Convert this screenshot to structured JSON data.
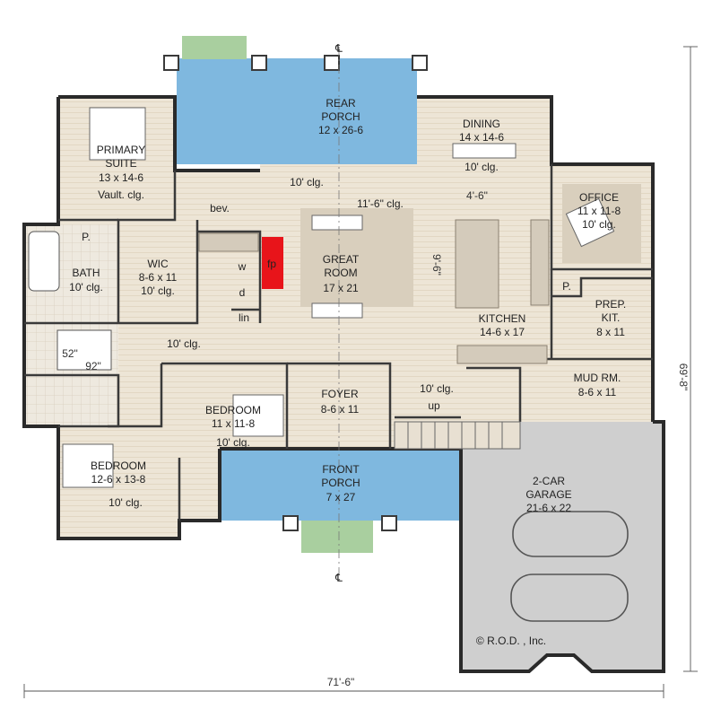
{
  "rooms": {
    "rear_porch": {
      "name": [
        "REAR",
        "PORCH"
      ],
      "size": "12 x 26-6"
    },
    "dining": {
      "name": "DINING",
      "size": "14 x 14-6"
    },
    "primary_suite": {
      "name": [
        "PRIMARY",
        "SUITE"
      ],
      "size": "13 x 14-6",
      "note": "Vault. clg."
    },
    "bev": {
      "name": "bev."
    },
    "p_bath": {
      "name": [
        "P.",
        "BATH"
      ],
      "note": "10' clg."
    },
    "wic": {
      "name": "WIC",
      "size": "8-6 x 11",
      "note": "10' clg."
    },
    "washer": {
      "name": "w"
    },
    "dryer": {
      "name": "d"
    },
    "linen": {
      "name": "lin"
    },
    "fireplace": {
      "name": "fp"
    },
    "great_room": {
      "name": [
        "GREAT",
        "ROOM"
      ],
      "size": "17 x 21"
    },
    "kitchen": {
      "name": "KITCHEN",
      "size": "14-6 x 17"
    },
    "office": {
      "name": "OFFICE",
      "size": "11 x 11-8",
      "note": "10' clg."
    },
    "pantry": {
      "name": "P."
    },
    "prep_kit": {
      "name": [
        "PREP.",
        "KIT."
      ],
      "size": "8 x 11"
    },
    "mud_room": {
      "name": "MUD RM.",
      "size": "8-6 x 11"
    },
    "bedroom_mid": {
      "name": "BEDROOM",
      "size": "11 x 11-8",
      "note": "10' clg."
    },
    "foyer": {
      "name": "FOYER",
      "size": "8-6 x 11"
    },
    "bedroom_left": {
      "name": "BEDROOM",
      "size": "12-6 x 13-8",
      "note": "10' clg."
    },
    "front_porch": {
      "name": [
        "FRONT",
        "PORCH"
      ],
      "size": "7 x 27"
    },
    "garage": {
      "name": [
        "2-CAR",
        "GARAGE"
      ],
      "size": "21-6 x 22"
    }
  },
  "ceiling_notes": {
    "dining_clg": "10' clg.",
    "great_room_top": "10' clg.",
    "great_room_tray": "11'-6\" clg.",
    "hall": "10' clg.",
    "foyer_side": "10' clg."
  },
  "stairs_label": "up",
  "shower_dims": [
    "52\"",
    "92\""
  ],
  "inner_dims": {
    "island_width": "4'-6\"",
    "island_length": "9'-6\""
  },
  "overall": {
    "width": "71'-6\"",
    "depth": "69'-8\""
  },
  "centerline_symbol": "℄",
  "copyright": "© R.O.D. , Inc.",
  "colors": {
    "floor": "#ede5d6",
    "floor_lines": "#e2d7c3",
    "wall": "#2a2a2a",
    "porch": "#7fb8df",
    "grass": "#a9cf9f",
    "garage": "#cfcfcf",
    "fireplace": "#e8141a",
    "rug": "#d9cfbd",
    "column": "#3a3a3a"
  }
}
